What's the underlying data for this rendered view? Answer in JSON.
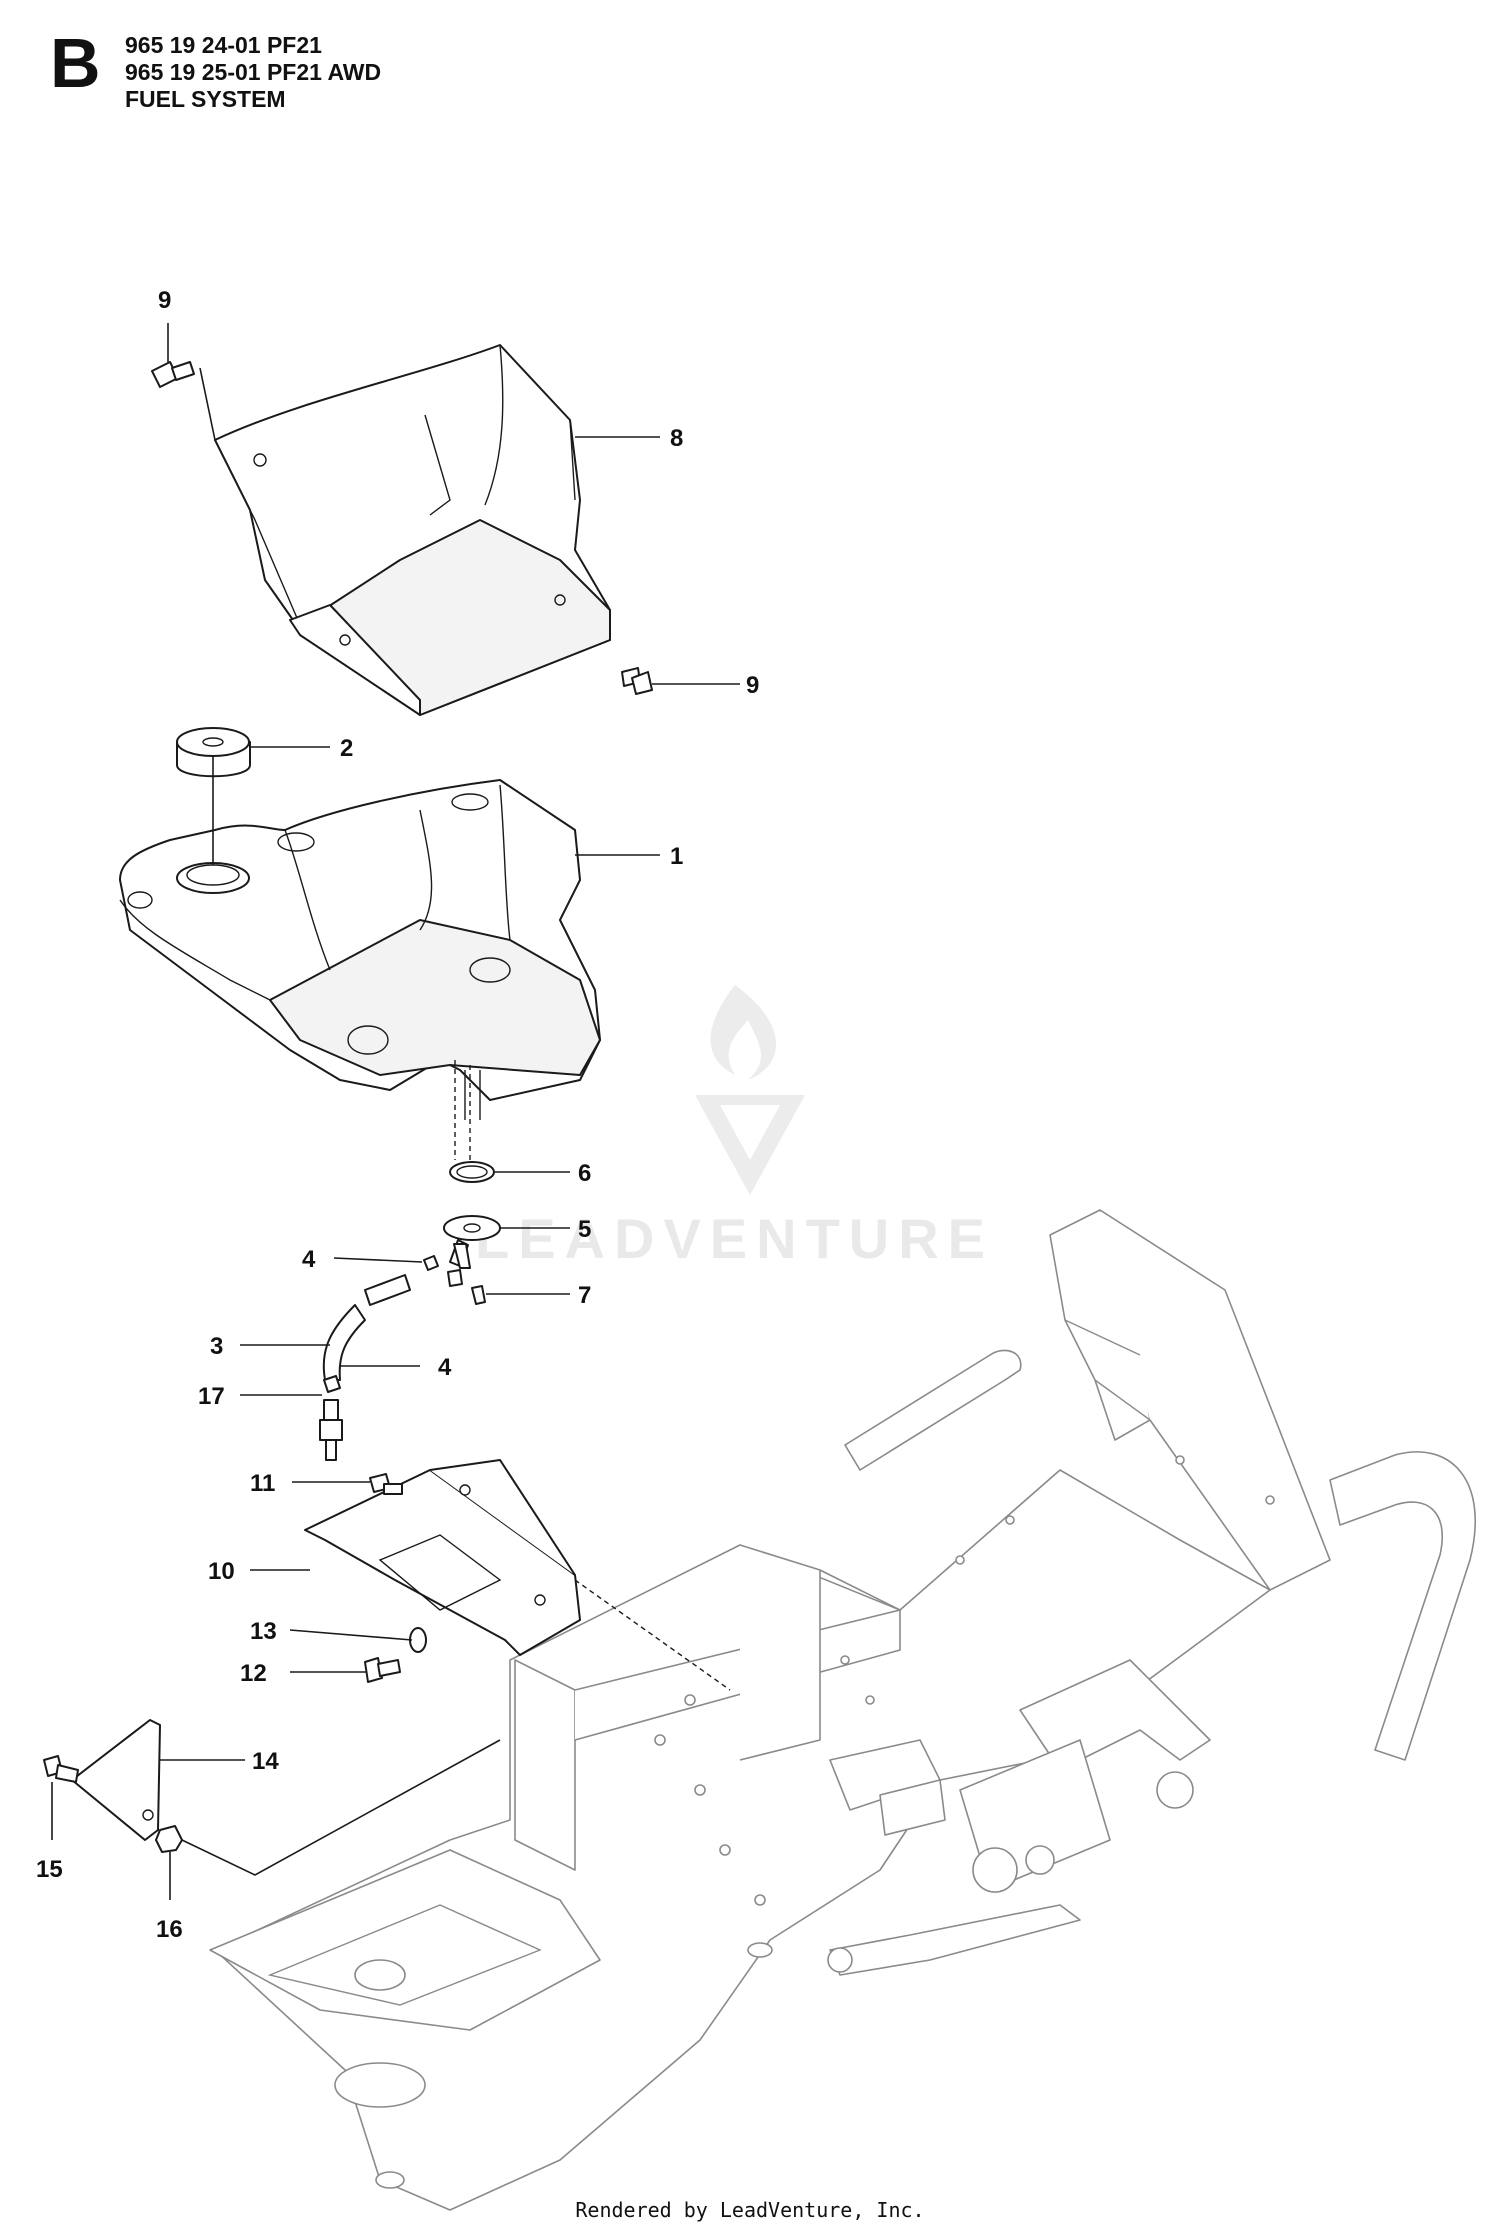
{
  "header": {
    "section_letter": "B",
    "lines": [
      "965 19 24-01 PF21",
      "965 19 25-01 PF21 AWD",
      "FUEL SYSTEM"
    ]
  },
  "callouts": [
    {
      "id": "c9a",
      "label": "9"
    },
    {
      "id": "c8",
      "label": "8"
    },
    {
      "id": "c9b",
      "label": "9"
    },
    {
      "id": "c2",
      "label": "2"
    },
    {
      "id": "c1",
      "label": "1"
    },
    {
      "id": "c6",
      "label": "6"
    },
    {
      "id": "c5",
      "label": "5"
    },
    {
      "id": "c4a",
      "label": "4"
    },
    {
      "id": "c7",
      "label": "7"
    },
    {
      "id": "c3",
      "label": "3"
    },
    {
      "id": "c4b",
      "label": "4"
    },
    {
      "id": "c17",
      "label": "17"
    },
    {
      "id": "c11",
      "label": "11"
    },
    {
      "id": "c10",
      "label": "10"
    },
    {
      "id": "c13",
      "label": "13"
    },
    {
      "id": "c12",
      "label": "12"
    },
    {
      "id": "c14",
      "label": "14"
    },
    {
      "id": "c15",
      "label": "15"
    },
    {
      "id": "c16",
      "label": "16"
    }
  ],
  "watermark": {
    "text": "LEADVENTURE"
  },
  "footer": {
    "text": "Rendered by LeadVenture, Inc."
  },
  "colors": {
    "line": "#1a1a1a",
    "frame": "#8a8a8a",
    "watermark": "#e9e9e9",
    "background": "#ffffff"
  }
}
